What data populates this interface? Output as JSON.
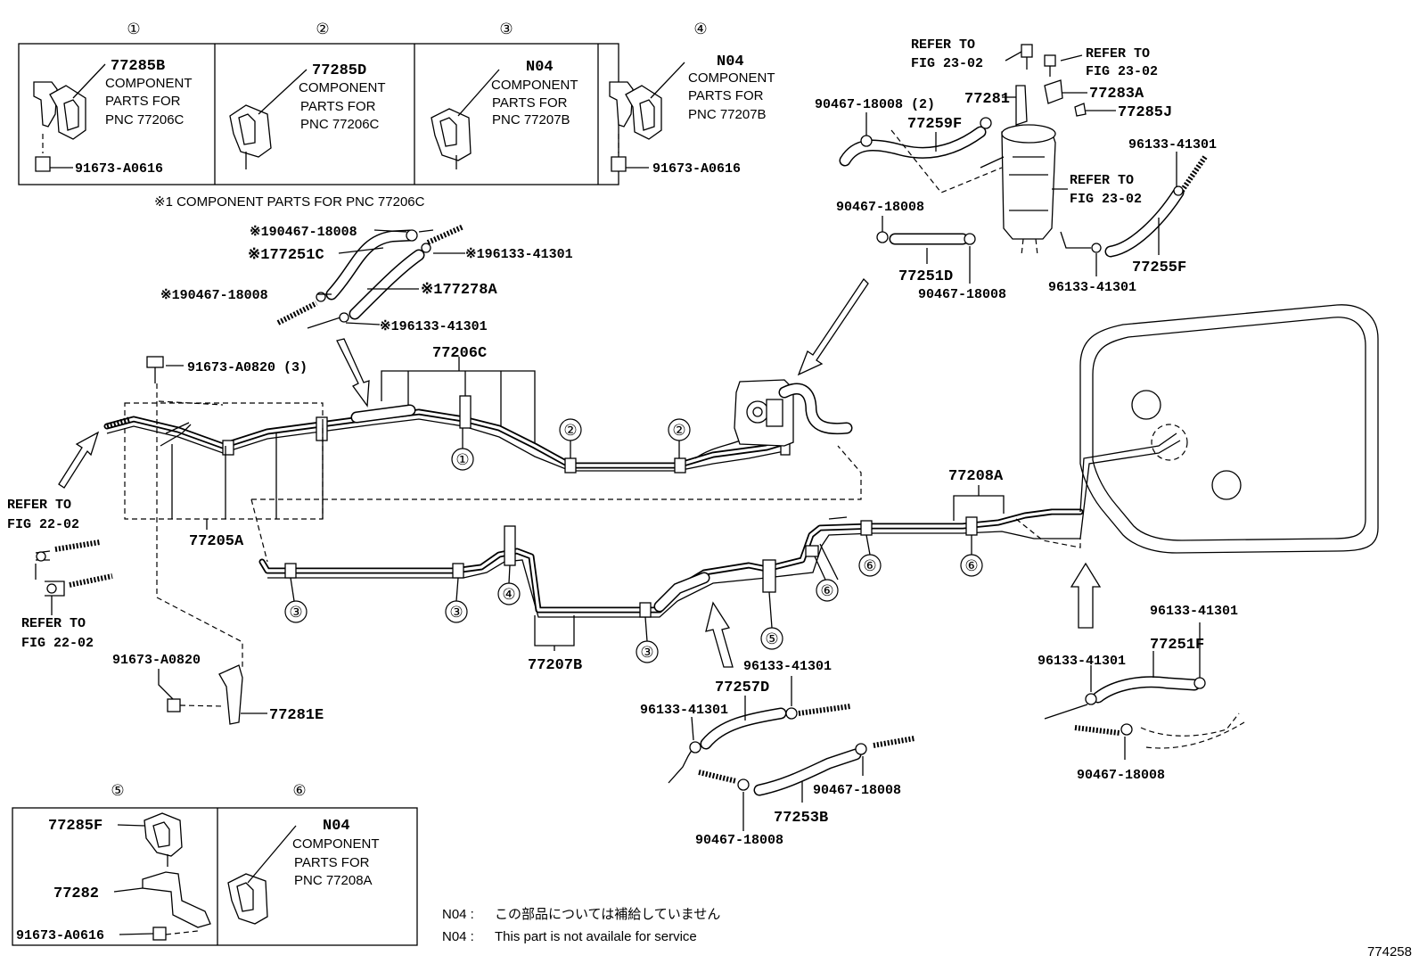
{
  "inset_top": [
    {
      "num": "①",
      "part": "77285B",
      "desc": [
        "COMPONENT",
        "PARTS FOR",
        "PNC 77206C"
      ],
      "bolt": "91673-A0616"
    },
    {
      "num": "②",
      "part": "77285D",
      "desc": [
        "COMPONENT",
        "PARTS FOR",
        "PNC 77206C"
      ],
      "bolt": ""
    },
    {
      "num": "③",
      "part": "N04",
      "desc": [
        "COMPONENT",
        "PARTS FOR",
        "PNC 77207B"
      ],
      "bolt": ""
    },
    {
      "num": "④",
      "part": "N04",
      "desc": [
        "COMPONENT",
        "PARTS FOR",
        "PNC 77207B"
      ],
      "bolt": "91673-A0616"
    }
  ],
  "inset_bottom": [
    {
      "num": "⑤",
      "parts": [
        "77285F",
        "77282",
        "91673-A0616"
      ]
    },
    {
      "num": "⑥",
      "part": "N04",
      "desc": [
        "COMPONENT",
        "PARTS FOR",
        "PNC 77208A"
      ]
    }
  ],
  "component_note": "※1 COMPONENT PARTS FOR PNC 77206C",
  "labels": {
    "l_s1_90467a": "※190467-18008",
    "l_s1_77251C": "※177251C",
    "l_s1_96133a": "※196133-41301",
    "l_s1_90467b": "※190467-18008",
    "l_s1_77278A": "※177278A",
    "l_s1_96133b": "※196133-41301",
    "l_91673_A0820_3": "91673-A0820 (3)",
    "l_77206C": "77206C",
    "l_77205A": "77205A",
    "l_77207B": "77207B",
    "l_77208A": "77208A",
    "l_refer_2202a_1": "REFER TO",
    "l_refer_2202a_2": "FIG 22-02",
    "l_refer_2202b_1": "REFER TO",
    "l_refer_2202b_2": "FIG 22-02",
    "l_91673_A0820": "91673-A0820",
    "l_77281E": "77281E",
    "l_refer_2302a_1": "REFER TO",
    "l_refer_2302a_2": "FIG 23-02",
    "l_refer_2302b_1": "REFER TO",
    "l_refer_2302b_2": "FIG 23-02",
    "l_refer_2302c_1": "REFER TO",
    "l_refer_2302c_2": "FIG 23-02",
    "l_77281": "77281",
    "l_77283A": "77283A",
    "l_77285J": "77285J",
    "l_90467_2": "90467-18008 (2)",
    "l_77259F": "77259F",
    "l_96133_tr": "96133-41301",
    "l_90467_m": "90467-18008",
    "l_77251D": "77251D",
    "l_90467_m2": "90467-18008",
    "l_96133_tr2": "96133-41301",
    "l_77255F": "77255F",
    "l_96133_bc1": "96133-41301",
    "l_77257D": "77257D",
    "l_96133_bc2": "96133-41301",
    "l_90467_bc1": "90467-18008",
    "l_77253B": "77253B",
    "l_90467_bc2": "90467-18008",
    "l_96133_br1": "96133-41301",
    "l_77251F": "77251F",
    "l_96133_br2": "96133-41301",
    "l_90467_br": "90467-18008"
  },
  "callouts": [
    "①",
    "②",
    "②",
    "③",
    "③",
    "④",
    "③",
    "⑤",
    "⑥",
    "⑥",
    "⑥"
  ],
  "notes": {
    "n1_code": "N04 :",
    "n1_text": "この部品については補給していません",
    "n2_code": "N04 :",
    "n2_text": "This part is not availale for service"
  },
  "figure_id": "774258"
}
